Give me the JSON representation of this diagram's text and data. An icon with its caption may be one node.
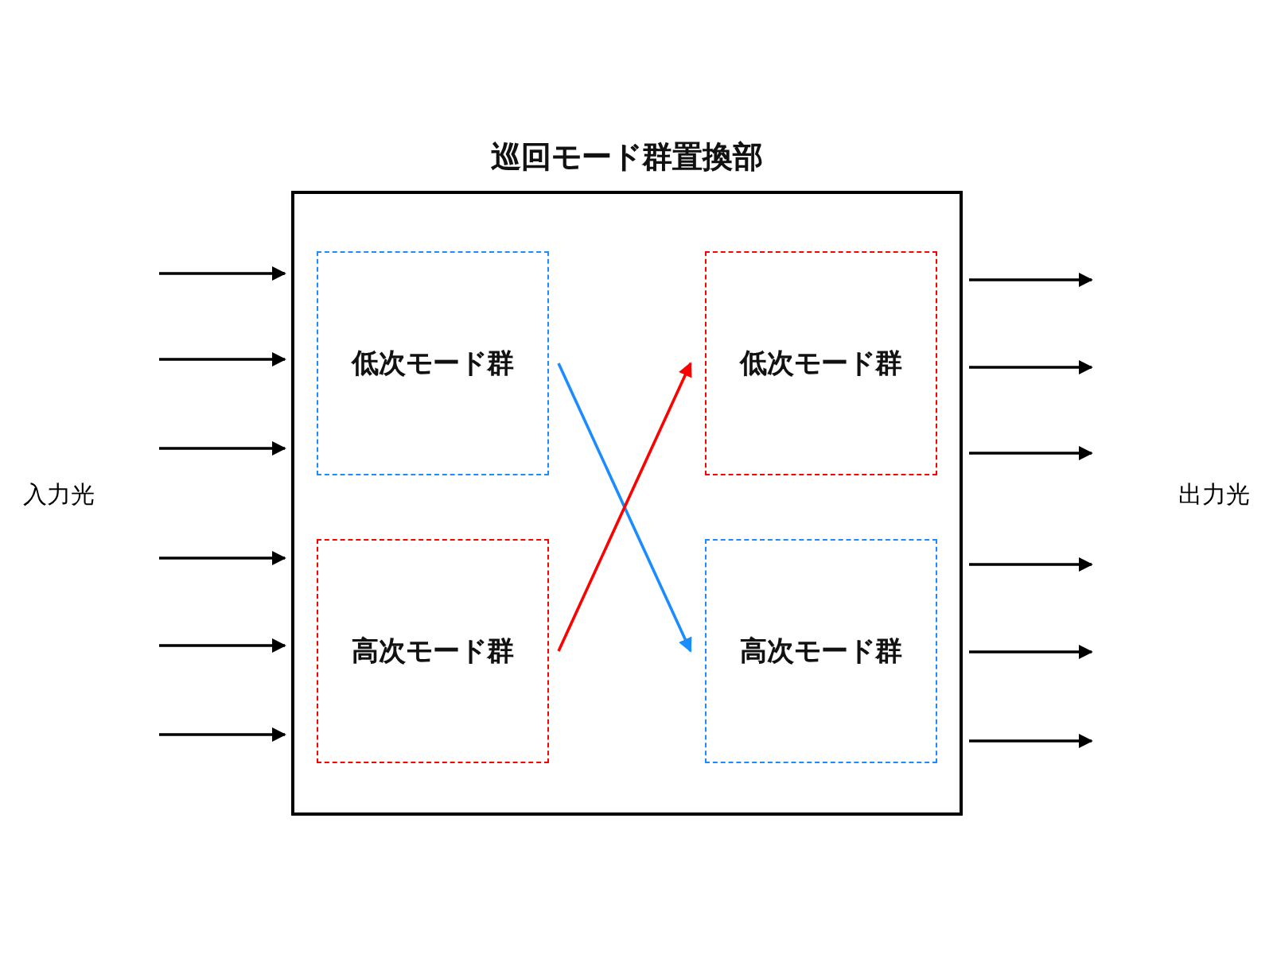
{
  "diagram": {
    "nodes": [
      {
        "text": [
          "巡回モード群置換部"
        ]
      },
      {
        "text": [
          "低次モード群"
        ],
        "in": 0
      },
      {
        "text": [
          "高次モード群"
        ],
        "in": 0
      },
      {
        "text": [
          "低次モード群"
        ],
        "in": 0
      },
      {
        "text": [
          "高次モード群"
        ],
        "in": 0
      },
      {
        "text": [
          "入力光"
        ]
      },
      {
        "text": [
          "出力光"
        ]
      }
    ],
    "edges": [
      {
        "from": 1,
        "to": 4,
        "arrow": "to",
        "color": "#1a8cff"
      },
      {
        "from": 2,
        "to": 3,
        "arrow": "to",
        "color": "#ff0000"
      },
      {
        "from": null,
        "to": 0,
        "arrow": "to"
      },
      {
        "from": null,
        "to": 0,
        "arrow": "to"
      },
      {
        "from": null,
        "to": 0,
        "arrow": "to"
      },
      {
        "from": null,
        "to": 0,
        "arrow": "to"
      },
      {
        "from": null,
        "to": 0,
        "arrow": "to"
      },
      {
        "from": null,
        "to": 0,
        "arrow": "to"
      },
      {
        "from": 0,
        "to": null,
        "arrow": "to"
      },
      {
        "from": 0,
        "to": null,
        "arrow": "to"
      },
      {
        "from": 0,
        "to": null,
        "arrow": "to"
      },
      {
        "from": 0,
        "to": null,
        "arrow": "to"
      },
      {
        "from": 0,
        "to": null,
        "arrow": "to"
      },
      {
        "from": 0,
        "to": null,
        "arrow": "to"
      }
    ]
  }
}
